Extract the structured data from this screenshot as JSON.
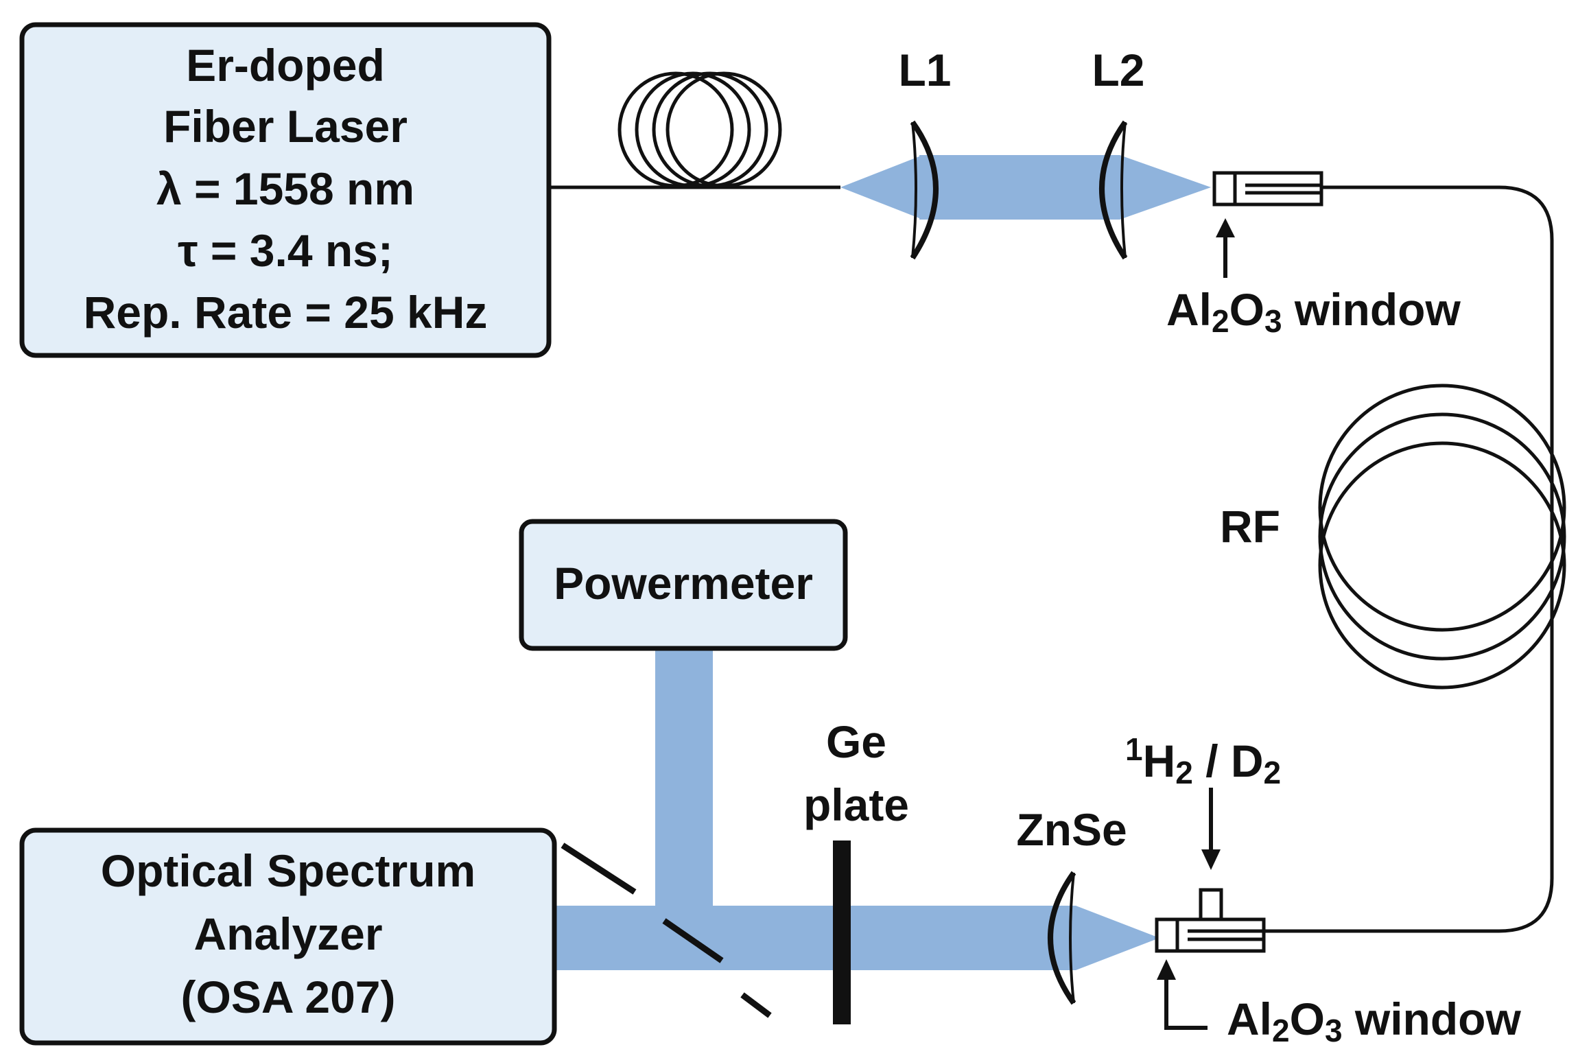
{
  "laser": {
    "line1": "Er-doped",
    "line2": "Fiber Laser",
    "line3": "λ = 1558 nm",
    "line4": "τ = 3.4 ns;",
    "line5": "Rep. Rate = 25 kHz"
  },
  "powermeter": {
    "label": "Powermeter"
  },
  "osa": {
    "line1": "Optical Spectrum",
    "line2": "Analyzer",
    "line3": "(OSA 207)"
  },
  "lenses": {
    "l1": "L1",
    "l2": "L2",
    "znse": "ZnSe"
  },
  "ge_plate": {
    "line1": "Ge",
    "line2": "plate"
  },
  "rf": {
    "label": "RF"
  },
  "window_top": {
    "a": "Al",
    "sub1": "2",
    "b": "O",
    "sub2": "3",
    "c": " window"
  },
  "window_bottom": {
    "a": "Al",
    "sub1": "2",
    "b": "O",
    "sub2": "3",
    "c": " window"
  },
  "gas": {
    "sup": "1",
    "a": "H",
    "sub1": "2",
    "b": " / D",
    "sub2": "2"
  },
  "colors": {
    "beam": "#8fb3dc",
    "box_fill": "#e3eef8",
    "line": "#111111",
    "ge": "#111111"
  }
}
